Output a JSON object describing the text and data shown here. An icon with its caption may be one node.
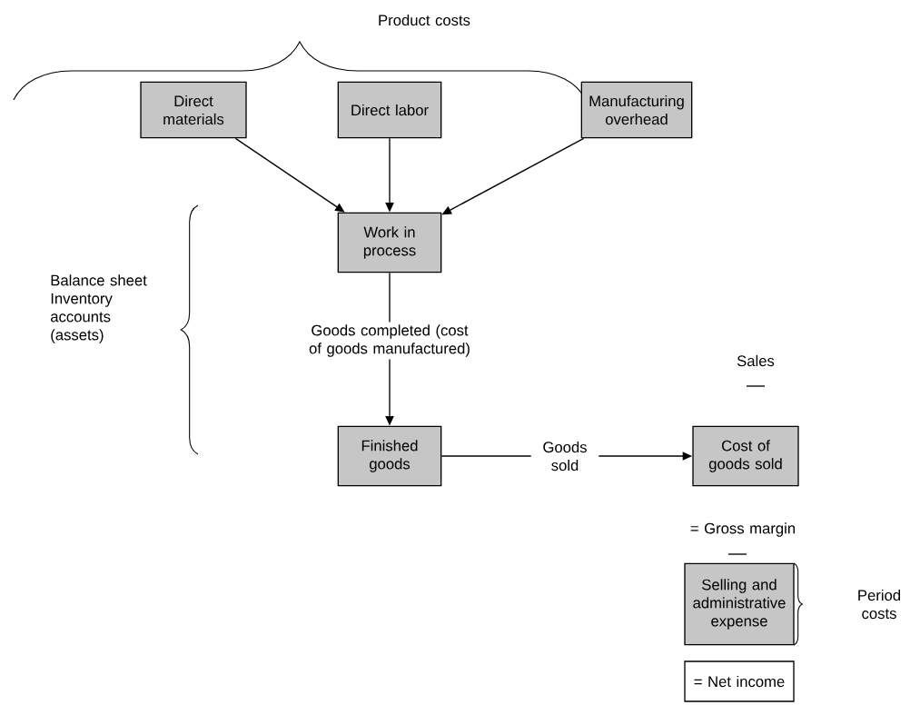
{
  "diagram": {
    "nodes": [
      {
        "text": [
          "Direct materials"
        ]
      },
      {
        "text": [
          "Direct labor"
        ]
      },
      {
        "text": [
          "Manufacturing overhead"
        ]
      },
      {
        "text": [
          "Work in process"
        ]
      },
      {
        "text": [
          "Finished goods"
        ]
      },
      {
        "text": [
          "Cost of goods sold"
        ]
      },
      {
        "text": [
          "Selling and administrative expense"
        ]
      },
      {
        "text": [
          "= Net income"
        ]
      }
    ],
    "edges": [
      {
        "from": 0,
        "to": 3,
        "arrow": "to"
      },
      {
        "from": 1,
        "to": 3,
        "arrow": "to"
      },
      {
        "from": 2,
        "to": 3,
        "arrow": "to"
      },
      {
        "from": 3,
        "to": 4,
        "arrow": "to",
        "label": "Goods completed (cost of goods manufactured)"
      },
      {
        "from": 4,
        "to": 5,
        "arrow": "to",
        "label": "Goods sold"
      }
    ],
    "labels": [
      "Product costs",
      "Balance sheet Inventory accounts (assets)",
      "Sales",
      "= Gross margin",
      "Period costs"
    ]
  }
}
